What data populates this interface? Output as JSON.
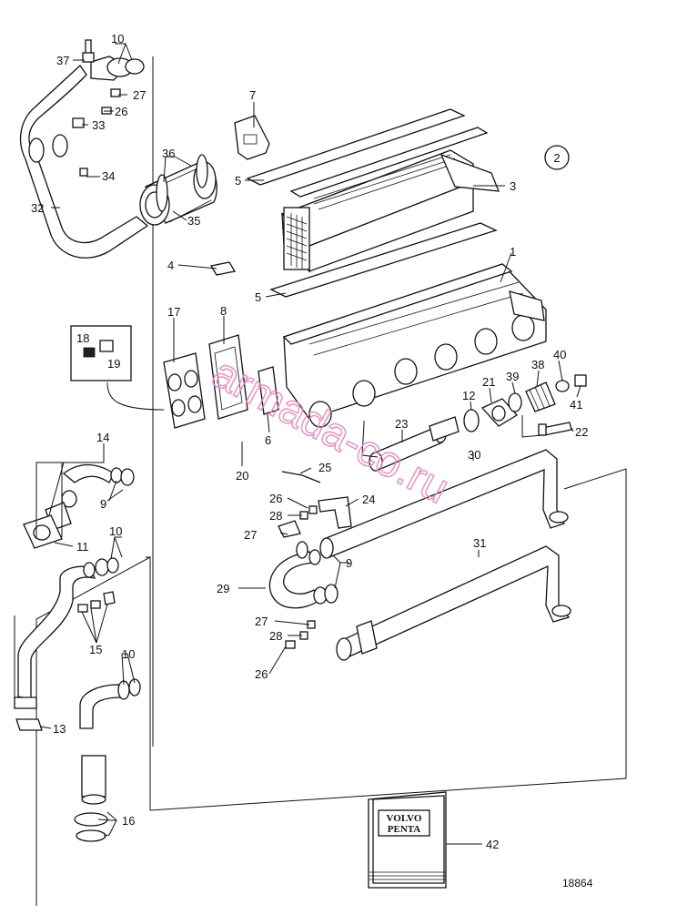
{
  "diagram": {
    "figure_number": "18864",
    "group_marker": "2",
    "watermark": "armada-co.ru",
    "book_brand": [
      "VOLVO",
      "PENTA"
    ],
    "callouts": [
      {
        "id": "c37",
        "text": "37"
      },
      {
        "id": "c10a",
        "text": "10"
      },
      {
        "id": "c27a",
        "text": "27"
      },
      {
        "id": "c26a",
        "text": "26"
      },
      {
        "id": "c33",
        "text": "33"
      },
      {
        "id": "c36",
        "text": "36"
      },
      {
        "id": "c34",
        "text": "34"
      },
      {
        "id": "c32",
        "text": "32"
      },
      {
        "id": "c35",
        "text": "35"
      },
      {
        "id": "c7",
        "text": "7"
      },
      {
        "id": "c5a",
        "text": "5"
      },
      {
        "id": "c3",
        "text": "3"
      },
      {
        "id": "c4",
        "text": "4"
      },
      {
        "id": "c1",
        "text": "1"
      },
      {
        "id": "c5b",
        "text": "5"
      },
      {
        "id": "c17",
        "text": "17"
      },
      {
        "id": "c8",
        "text": "8"
      },
      {
        "id": "c18",
        "text": "18"
      },
      {
        "id": "c19",
        "text": "19"
      },
      {
        "id": "c40",
        "text": "40"
      },
      {
        "id": "c38",
        "text": "38"
      },
      {
        "id": "c39",
        "text": "39"
      },
      {
        "id": "c21",
        "text": "21"
      },
      {
        "id": "c12",
        "text": "12"
      },
      {
        "id": "c41",
        "text": "41"
      },
      {
        "id": "c23",
        "text": "23"
      },
      {
        "id": "c22",
        "text": "22"
      },
      {
        "id": "c6",
        "text": "6"
      },
      {
        "id": "c14",
        "text": "14"
      },
      {
        "id": "c30",
        "text": "30"
      },
      {
        "id": "c20",
        "text": "20"
      },
      {
        "id": "c25",
        "text": "25"
      },
      {
        "id": "c9a",
        "text": "9"
      },
      {
        "id": "c26b",
        "text": "26"
      },
      {
        "id": "c24",
        "text": "24"
      },
      {
        "id": "c28a",
        "text": "28"
      },
      {
        "id": "c27b",
        "text": "27"
      },
      {
        "id": "c11",
        "text": "11"
      },
      {
        "id": "c10b",
        "text": "10"
      },
      {
        "id": "c9b",
        "text": "9"
      },
      {
        "id": "c31",
        "text": "31"
      },
      {
        "id": "c29",
        "text": "29"
      },
      {
        "id": "c15",
        "text": "15"
      },
      {
        "id": "c27c",
        "text": "27"
      },
      {
        "id": "c28b",
        "text": "28"
      },
      {
        "id": "c26c",
        "text": "26"
      },
      {
        "id": "c10c",
        "text": "10"
      },
      {
        "id": "c13",
        "text": "13"
      },
      {
        "id": "c16",
        "text": "16"
      },
      {
        "id": "c42",
        "text": "42"
      }
    ]
  }
}
